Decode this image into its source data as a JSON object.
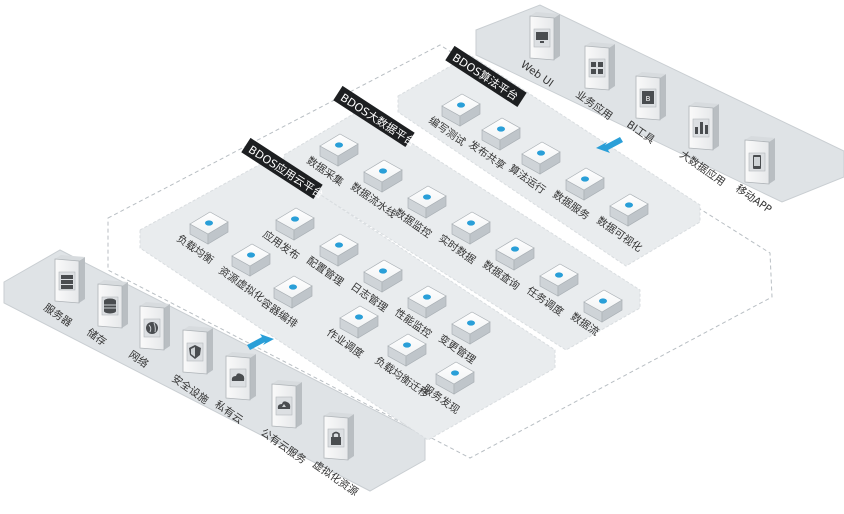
{
  "colors": {
    "strip": "#dfe3e6",
    "strip_edge": "#c9ced2",
    "platform": "#e9ecee",
    "dashed": "#b8bec3",
    "title_bg": "#1d1f21",
    "accent": "#2a9fd8",
    "arrow": "#2a9fd8",
    "text": "#333333"
  },
  "top_layer": {
    "items": [
      {
        "label": "Web UI",
        "icon": "monitor-icon"
      },
      {
        "label": "业务应用",
        "icon": "grid-icon"
      },
      {
        "label": "BI工具",
        "icon": "bi-icon"
      },
      {
        "label": "大数据应用",
        "icon": "bar-chart-icon"
      },
      {
        "label": "移动APP",
        "icon": "mobile-icon"
      }
    ]
  },
  "bottom_layer": {
    "items": [
      {
        "label": "服务器",
        "icon": "server-icon"
      },
      {
        "label": "储存",
        "icon": "database-icon"
      },
      {
        "label": "网络",
        "icon": "globe-icon"
      },
      {
        "label": "安全设施",
        "icon": "shield-icon"
      },
      {
        "label": "私有云",
        "icon": "cloud-icon"
      },
      {
        "label": "公有云服务",
        "icon": "cloud-upload-icon"
      },
      {
        "label": "虚拟化资源",
        "icon": "lock-icon"
      }
    ]
  },
  "platforms": [
    {
      "id": "algorithm",
      "title": "BDOS算法平台",
      "rows": [
        [
          "编写测试",
          "发布共享"
        ],
        [
          "算法运行",
          "数据服务",
          "数据可视化"
        ]
      ]
    },
    {
      "id": "bigdata",
      "title": "BDOS大数据平台",
      "rows": [
        [
          "数据采集",
          "数据流水线",
          "数据监控",
          "实时数据",
          "数据查询",
          "任务调度",
          "数据流"
        ]
      ]
    },
    {
      "id": "appcloud",
      "title": "BDOS应用云平台",
      "rows": [
        [
          "负载均衡",
          "资源虚拟化",
          "容器编排"
        ],
        [
          "应用发布",
          "配置管理",
          "日志管理",
          "性能监控",
          "变更管理"
        ],
        [
          "作业调度",
          "负载均衡迁移",
          "服务发现"
        ]
      ]
    }
  ]
}
